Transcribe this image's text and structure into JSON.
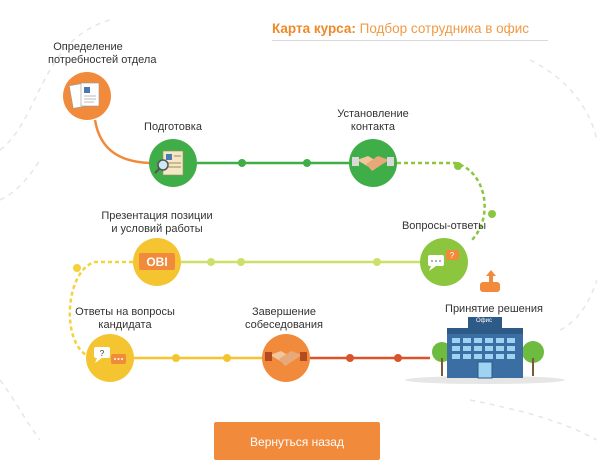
{
  "header": {
    "title_bold": "Карта курса:",
    "title_rest": " Подбор сотрудника в офис"
  },
  "steps": [
    {
      "label_lines": [
        "Определение",
        "потребностей отдела"
      ],
      "icon": "documents-icon",
      "color": "#f28a3c"
    },
    {
      "label_lines": [
        "Подготовка"
      ],
      "icon": "resume-magnifier-icon",
      "color": "#3fae49"
    },
    {
      "label_lines": [
        "Установление",
        "контакта"
      ],
      "icon": "handshake-icon",
      "color": "#3fae49"
    },
    {
      "label_lines": [
        "Вопросы-ответы"
      ],
      "icon": "speech-bubbles-icon",
      "color": "#8cc63f"
    },
    {
      "label_lines": [
        "Презентация позиции",
        "и условий работы"
      ],
      "icon": "obi-icon",
      "color": "#f5c531",
      "icon_text": "OBI"
    },
    {
      "label_lines": [
        "Ответы на вопросы",
        "кандидата"
      ],
      "icon": "speech-bubbles-icon",
      "color": "#f5c531"
    },
    {
      "label_lines": [
        "Завершение",
        "собеседования"
      ],
      "icon": "handshake-icon",
      "color": "#f28a3c"
    },
    {
      "label_lines": [
        "Принятие решения"
      ],
      "icon": "office-building-icon",
      "sign_text": "Офис"
    }
  ],
  "colors": {
    "orange": "#f28a3c",
    "green": "#3fae49",
    "light_green": "#8cc63f",
    "yellow": "#f5c531",
    "dark_orange": "#d9532b",
    "building_blue": "#3b6fa3"
  },
  "footer": {
    "back_button": "Вернуться назад"
  }
}
